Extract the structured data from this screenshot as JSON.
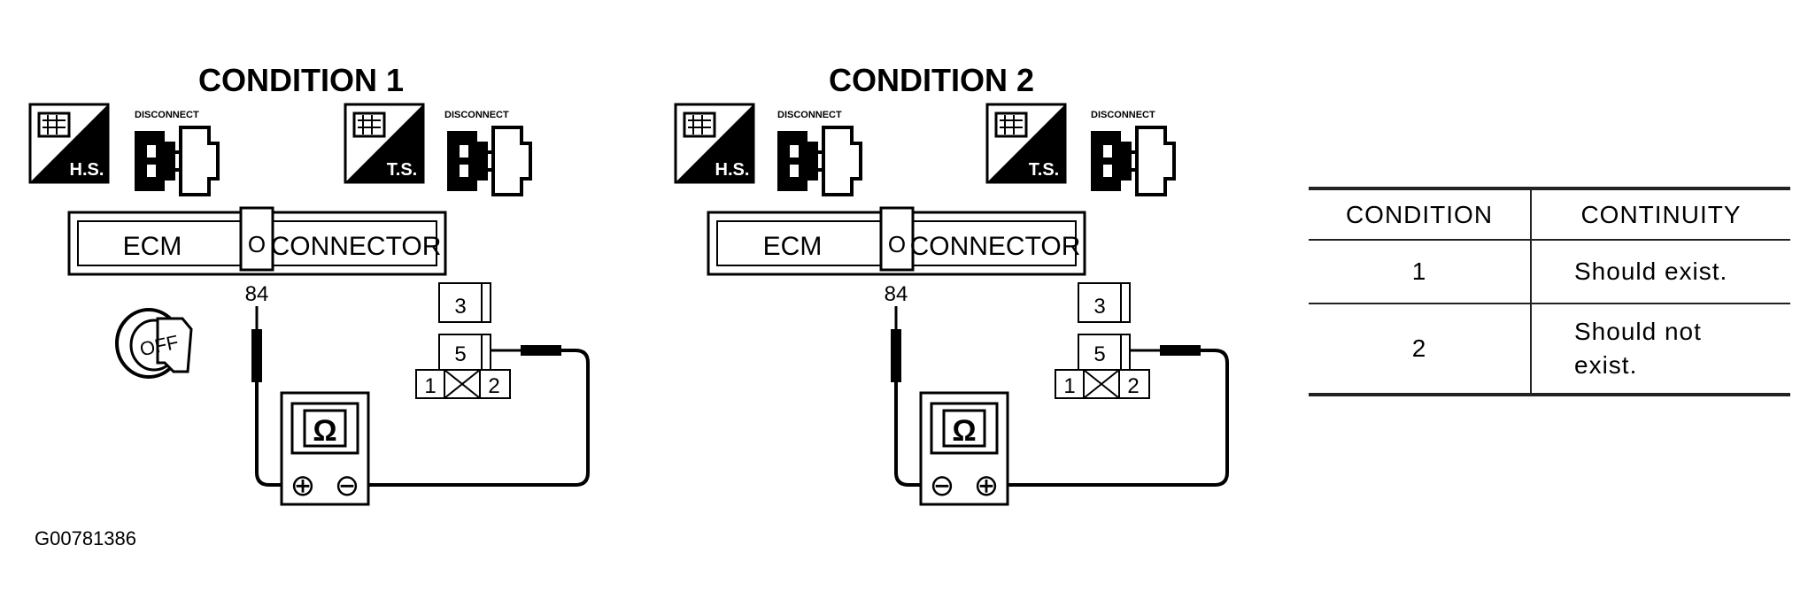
{
  "conditions": [
    {
      "title": "CONDITION 1",
      "icons": {
        "hs": "H.S.",
        "ts": "T.S.",
        "disconnect": "DISCONNECT"
      },
      "connector": {
        "left": "ECM",
        "right": "CONNECTOR",
        "center": "O"
      },
      "terminal": "84",
      "switch": "OFF",
      "pins": {
        "top": "3",
        "mid": "5",
        "left": "1",
        "right": "2"
      },
      "meter": {
        "symbol": "Ω",
        "left": "⊕",
        "right": "⊖"
      }
    },
    {
      "title": "CONDITION 2",
      "icons": {
        "hs": "H.S.",
        "ts": "T.S.",
        "disconnect": "DISCONNECT"
      },
      "connector": {
        "left": "ECM",
        "right": "CONNECTOR",
        "center": "O"
      },
      "terminal": "84",
      "pins": {
        "top": "3",
        "mid": "5",
        "left": "1",
        "right": "2"
      },
      "meter": {
        "symbol": "Ω",
        "left": "⊖",
        "right": "⊕"
      }
    }
  ],
  "table": {
    "headers": [
      "CONDITION",
      "CONTINUITY"
    ],
    "rows": [
      {
        "condition": "1",
        "continuity": "Should exist."
      },
      {
        "condition": "2",
        "continuity_line1": "Should not",
        "continuity_line2": "exist."
      }
    ]
  },
  "figure_id": "G00781386"
}
